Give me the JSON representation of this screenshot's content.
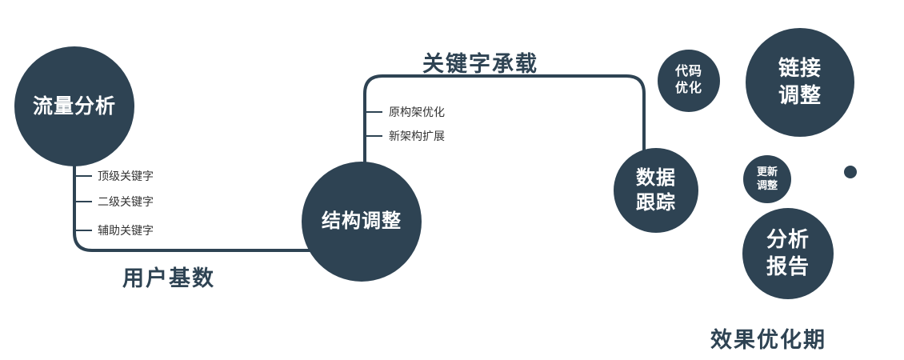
{
  "diagram": {
    "colors": {
      "primary": "#2e4353",
      "node_text": "#ffffff",
      "branch_text": "#333333"
    },
    "nodes": {
      "traffic_analysis": {
        "lines": [
          "流量分析"
        ]
      },
      "structure_adjust": {
        "lines": [
          "结构调整"
        ]
      },
      "data_tracking": {
        "lines": [
          "数据",
          "跟踪"
        ]
      },
      "code_optimization": {
        "lines": [
          "代码",
          "优化"
        ]
      },
      "link_adjustment": {
        "lines": [
          "链接",
          "调整"
        ]
      },
      "update_adjustment": {
        "lines": [
          "更新",
          "调整"
        ]
      },
      "analysis_report": {
        "lines": [
          "分析",
          "报告"
        ]
      }
    },
    "edge_labels": {
      "keyword_carrying": "关键字承载",
      "user_base": "用户基数"
    },
    "branch_labels": {
      "traffic": [
        "顶级关键字",
        "二级关键字",
        "辅助关键字"
      ],
      "structure": [
        "原构架优化",
        "新架构扩展"
      ]
    },
    "caption": "效果优化期"
  }
}
